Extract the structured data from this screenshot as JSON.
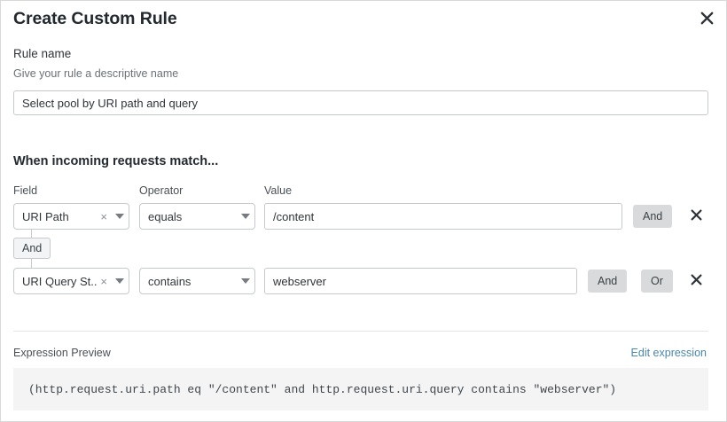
{
  "dialog": {
    "title": "Create Custom Rule",
    "close_icon": "close-icon"
  },
  "rule_name": {
    "label": "Rule name",
    "help": "Give your rule a descriptive name",
    "value": "Select pool by URI path and query",
    "placeholder": ""
  },
  "match_section": {
    "heading": "When incoming requests match...",
    "columns": {
      "field": "Field",
      "operator": "Operator",
      "value": "Value"
    },
    "connector": {
      "label": "And"
    },
    "rows": [
      {
        "field": "URI Path",
        "operator": "equals",
        "value": "/content",
        "clear_glyph": "×",
        "buttons": [
          "And"
        ],
        "delete_label": "Delete condition"
      },
      {
        "field": "URI Query St...",
        "operator": "contains",
        "value": "webserver",
        "clear_glyph": "×",
        "buttons": [
          "And",
          "Or"
        ],
        "delete_label": "Delete condition"
      }
    ]
  },
  "expression": {
    "label": "Expression Preview",
    "edit_link": "Edit expression",
    "code": "(http.request.uri.path eq \"/content\" and http.request.uri.query contains \"webserver\")"
  },
  "colors": {
    "link": "#4b87ad",
    "logic_button_bg": "#d8dadc",
    "code_bg": "#f4f4f4",
    "border": "#c7cacc"
  }
}
